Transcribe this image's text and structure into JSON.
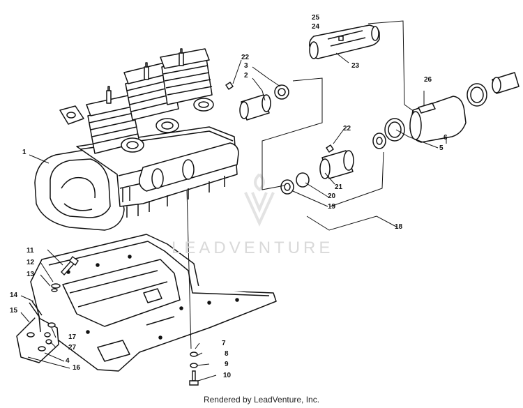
{
  "watermark": {
    "text": "LEADVENTURE"
  },
  "caption": "Rendered by LeadVenture, Inc.",
  "callouts": {
    "c1": "1",
    "c2": "2",
    "c3": "3",
    "c4": "4",
    "c5": "5",
    "c6": "6",
    "c7": "7",
    "c8": "8",
    "c9": "9",
    "c10": "10",
    "c11": "11",
    "c12": "12",
    "c13": "13",
    "c14": "14",
    "c15": "15",
    "c16": "16",
    "c17": "17",
    "c18": "18",
    "c19": "19",
    "c20": "20",
    "c21": "21",
    "c22a": "22",
    "c22b": "22",
    "c23": "23",
    "c24": "24",
    "c25": "25",
    "c26": "26",
    "c27": "27"
  }
}
